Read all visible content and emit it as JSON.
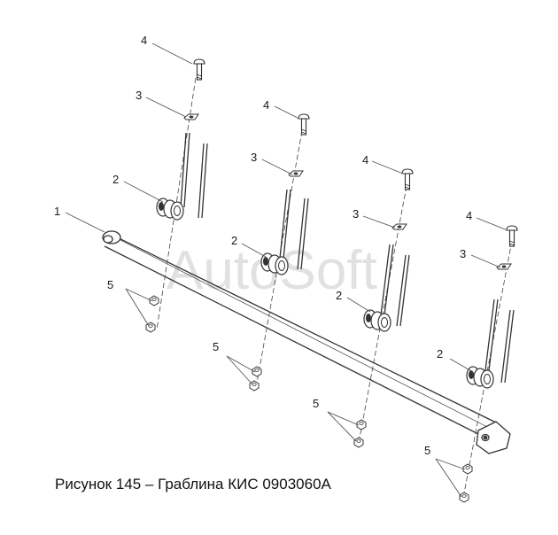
{
  "watermark": "AutoSoft",
  "caption": "Рисунок 145 – Граблина КИС 0903060А",
  "callouts": {
    "bar": "1",
    "spring": "2",
    "washer": "3",
    "bolt": "4",
    "nut": "5"
  },
  "colors": {
    "line": "#333333",
    "leader": "#555555",
    "background": "#ffffff"
  }
}
